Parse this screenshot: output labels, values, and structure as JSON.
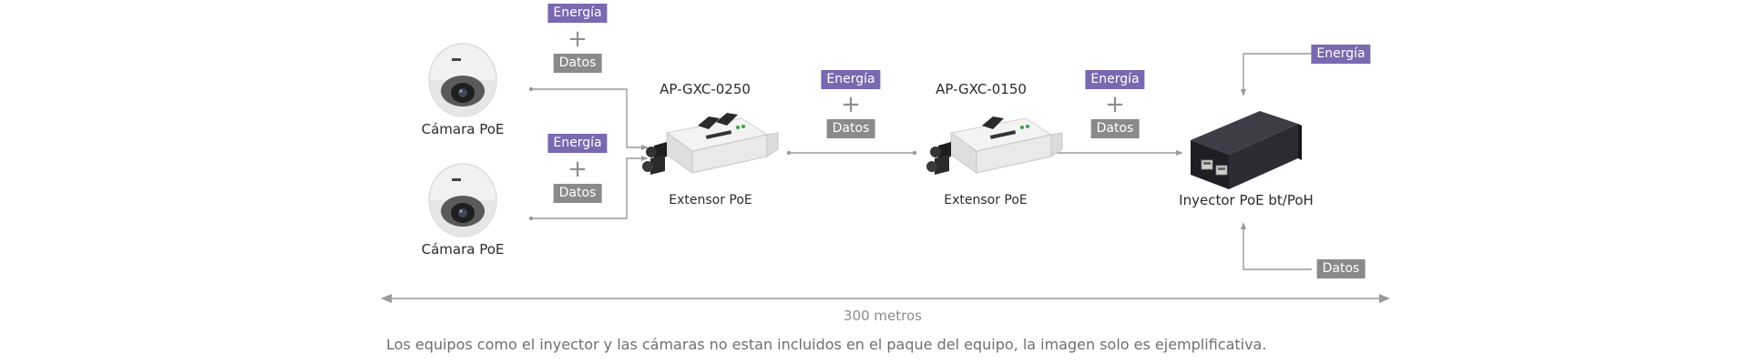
{
  "devices": {
    "camera_top_label": "Cámara PoE",
    "camera_bottom_label": "Cámara PoE",
    "extender_1_model": "AP-GXC-0250",
    "extender_1_label": "Extensor PoE",
    "extender_2_model": "AP-GXC-0150",
    "extender_2_label": "Extensor PoE",
    "injector_label": "Inyector PoE bt/PoH"
  },
  "badges": {
    "energy": "Energía",
    "data": "Datos",
    "plus": "+"
  },
  "distance": "300 metros",
  "footnote": "Los equipos como el inyector y las cámaras no estan incluidos en el paque del equipo, la imagen solo es ejemplificativa.",
  "colors": {
    "energy_badge": "#7a68b0",
    "data_badge": "#8a8a8a",
    "line": "#9a9a9a"
  }
}
